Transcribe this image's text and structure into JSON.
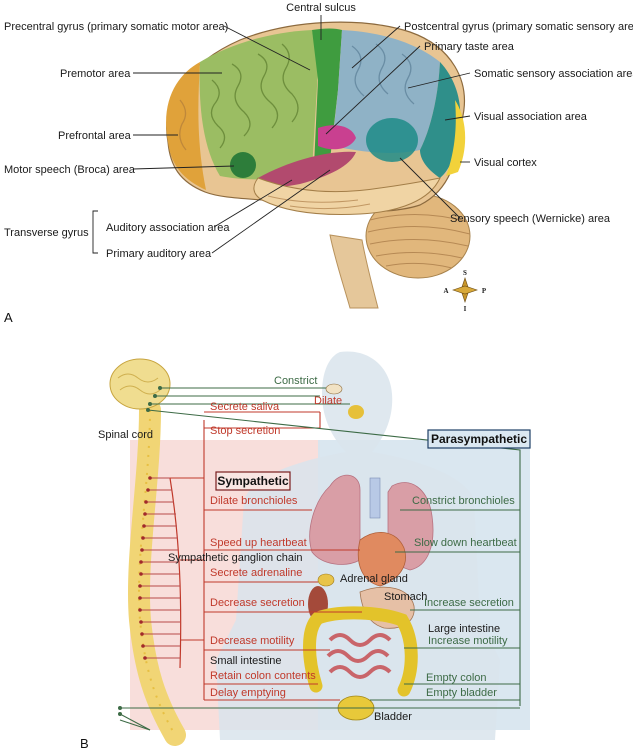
{
  "colors": {
    "sympathetic": "#c0392b",
    "parasympathetic": "#3d6b46",
    "motor_area": "#9bbd63",
    "sensory_area": "#8fb2c6",
    "prefrontal": "#e0a23a",
    "central_sulcus": "#3f9c3f"
  },
  "panel_a": {
    "letter": "A",
    "brain_labels": {
      "central_sulcus": "Central sulcus",
      "precentral": "Precentral gyrus (primary somatic motor area)",
      "postcentral": "Postcentral gyrus (primary somatic sensory area)",
      "primary_taste": "Primary taste area",
      "premotor": "Premotor area",
      "somatic_sensory_assoc": "Somatic sensory association area",
      "prefrontal": "Prefrontal area",
      "visual_assoc": "Visual association area",
      "motor_speech": "Motor speech (Broca) area",
      "visual_cortex": "Visual cortex",
      "transverse_gyrus": "Transverse gyrus",
      "auditory_assoc": "Auditory association area",
      "sensory_speech": "Sensory speech (Wernicke) area",
      "primary_auditory": "Primary auditory area"
    },
    "compass": {
      "S": "S",
      "A": "A",
      "P": "P",
      "I": "I"
    }
  },
  "panel_b": {
    "letter": "B",
    "spinal_cord": "Spinal cord",
    "ganglion_chain": "Sympathetic ganglion chain",
    "sympathetic_title": "Sympathetic",
    "parasympathetic_title": "Parasympathetic",
    "organs": {
      "adrenal": "Adrenal gland",
      "stomach": "Stomach",
      "large_intestine": "Large intestine",
      "small_intestine": "Small intestine",
      "bladder": "Bladder"
    },
    "effects": {
      "constrict": "Constrict",
      "dilate": "Dilate",
      "secrete_saliva": "Secrete saliva",
      "stop_secretion": "Stop secretion",
      "dilate_bronchioles": "Dilate bronchioles",
      "constrict_bronchioles": "Constrict bronchioles",
      "speed_up_heartbeat": "Speed up heartbeat",
      "slow_down_heartbeat": "Slow down heartbeat",
      "secrete_adrenaline": "Secrete adrenaline",
      "decrease_secretion": "Decrease secretion",
      "increase_secretion": "Increase secretion",
      "decrease_motility": "Decrease motility",
      "increase_motility": "Increase motility",
      "retain_colon": "Retain colon contents",
      "empty_colon": "Empty colon",
      "delay_emptying": "Delay emptying",
      "empty_bladder": "Empty bladder"
    }
  }
}
